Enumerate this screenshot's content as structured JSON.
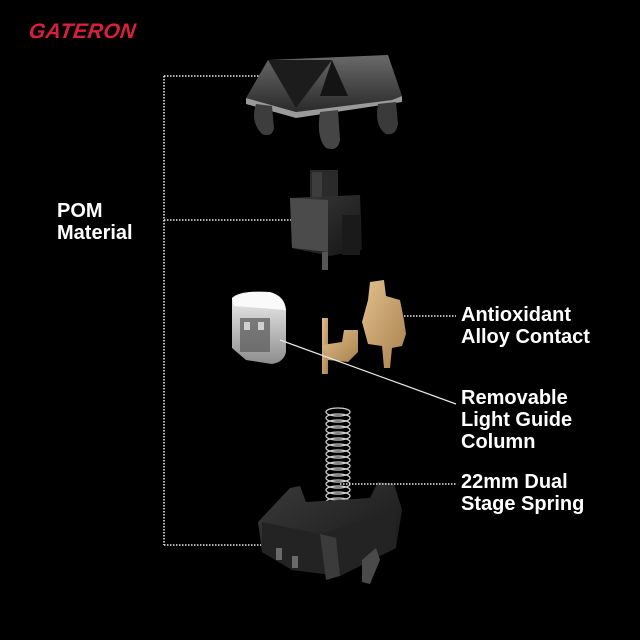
{
  "brand": {
    "logo_text": "GATERON",
    "color": "#d8203a"
  },
  "labels": {
    "pom": {
      "line1": "POM",
      "line2": "Material"
    },
    "contact": {
      "line1": "Antioxidant",
      "line2": "Alloy Contact"
    },
    "light_guide": {
      "line1": "Removable",
      "line2": "Light Guide",
      "line3": "Column"
    },
    "spring": {
      "line1": "22mm Dual",
      "line2": "Stage Spring"
    }
  },
  "components": [
    "top-housing",
    "stem",
    "light-guide-column",
    "alloy-contacts",
    "spring",
    "bottom-housing"
  ],
  "colors": {
    "background": "#000000",
    "text": "#ffffff",
    "leader": "#e0e0e0",
    "contact": "#c9a06a"
  }
}
